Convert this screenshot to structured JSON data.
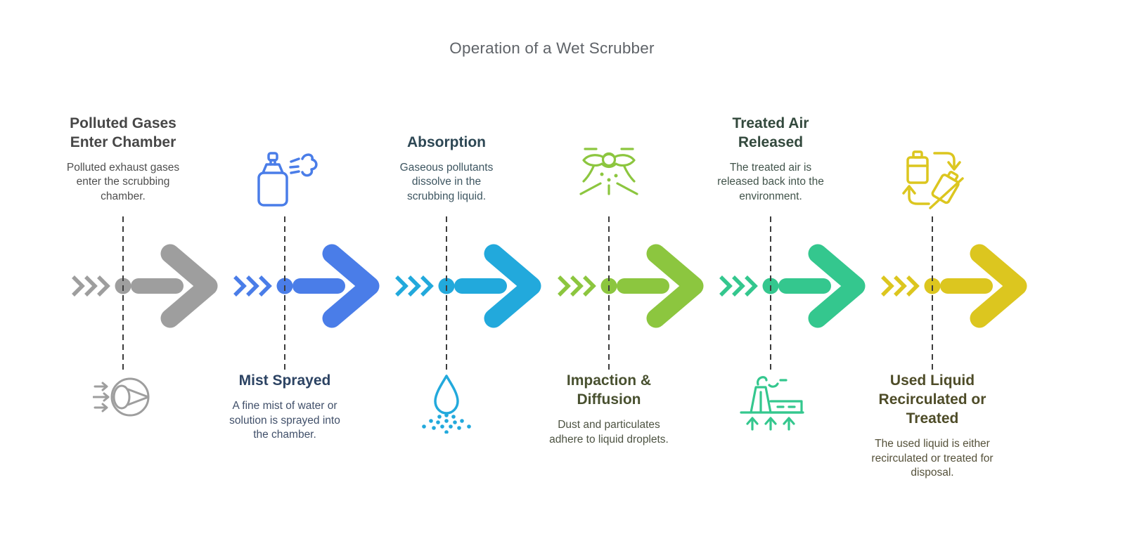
{
  "diagram": {
    "title": "Operation of a Wet Scrubber",
    "title_color": "#5f6368",
    "dash_color": "#3d3d3d",
    "background": "#ffffff"
  },
  "steps": [
    {
      "title": "Polluted Gases Enter Chamber",
      "description": "Polluted exhaust gases enter the scrubbing chamber.",
      "color": "#9e9e9e",
      "title_color": "#474747",
      "desc_color": "#4f4f4f",
      "icon": "gas-enter-chamber-icon",
      "text_position": "top"
    },
    {
      "title": "Mist Sprayed",
      "description": "A fine mist of water or solution is sprayed into the chamber.",
      "color": "#4a7de8",
      "title_color": "#2c4363",
      "desc_color": "#41506a",
      "icon": "spray-bottle-icon",
      "text_position": "bottom"
    },
    {
      "title": "Absorption",
      "description": "Gaseous pollutants dissolve in the scrubbing liquid.",
      "color": "#22a9dc",
      "title_color": "#2d4754",
      "desc_color": "#3e5661",
      "icon": "droplet-mist-icon",
      "text_position": "top"
    },
    {
      "title": "Impaction & Diffusion",
      "description": "Dust and particulates adhere to liquid droplets.",
      "color": "#8cc63f",
      "title_color": "#48502f",
      "desc_color": "#4d5342",
      "icon": "drone-sprayer-icon",
      "text_position": "bottom"
    },
    {
      "title": "Treated Air Released",
      "description": "The treated air is released back into the environment.",
      "color": "#34c78e",
      "title_color": "#33493d",
      "desc_color": "#42544b",
      "icon": "factory-emissions-icon",
      "text_position": "top"
    },
    {
      "title": "Used Liquid Recirculated or Treated",
      "description": "The used liquid is either recirculated or treated for disposal.",
      "color": "#dcc61f",
      "title_color": "#4e4c28",
      "desc_color": "#55513a",
      "icon": "battery-recycle-icon",
      "text_position": "bottom"
    }
  ]
}
